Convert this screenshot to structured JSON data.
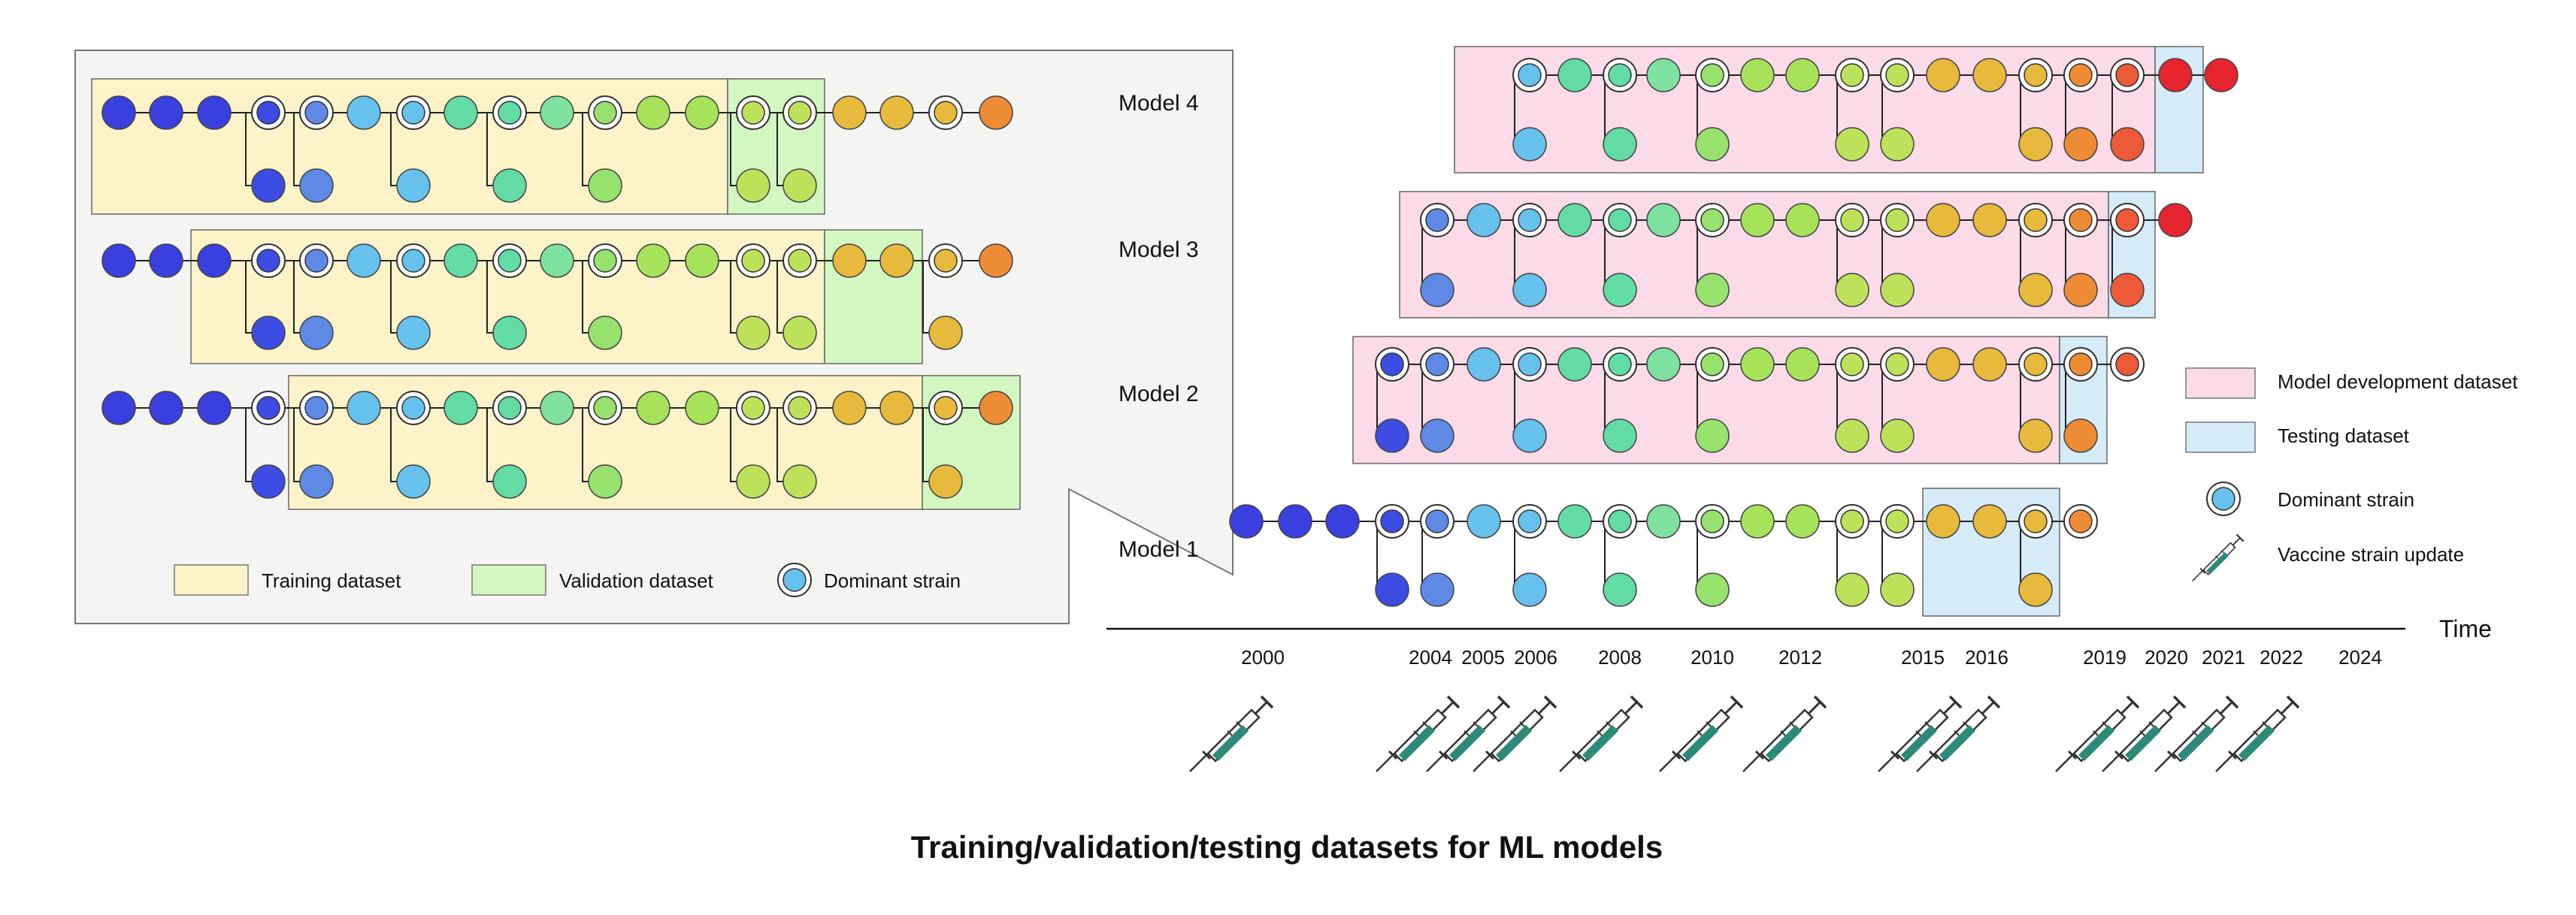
{
  "title": "Training/validation/testing datasets for ML models",
  "axis": {
    "label": "Time",
    "ticks": [
      "2000",
      "2004",
      "2005",
      "2006",
      "2008",
      "2010",
      "2012",
      "2015",
      "2016",
      "2019",
      "2020",
      "2021",
      "2022",
      "2024"
    ]
  },
  "models": [
    {
      "label": "Model 4"
    },
    {
      "label": "Model 3"
    },
    {
      "label": "Model 2"
    },
    {
      "label": "Model 1"
    }
  ],
  "legend_right": {
    "model_development": "Model development dataset",
    "testing": "Testing dataset",
    "dominant": "Dominant strain",
    "vaccine": "Vaccine strain update"
  },
  "legend_inset": {
    "training": "Training dataset",
    "validation": "Validation dataset",
    "dominant": "Dominant strain"
  },
  "colors": {
    "model_development": "#fcdbe9",
    "testing": "#d6ebf8",
    "training": "#fcf3c9",
    "validation": "#d3f7c1",
    "inset_bg": "#f4f5f3",
    "syringe": "#2d8a78",
    "strain_palette": [
      "#3a3fe0",
      "#3d4de3",
      "#5e8ae6",
      "#66c1ec",
      "#62dba5",
      "#7fe1a0",
      "#96e26d",
      "#a6e25a",
      "#bde25a",
      "#e7b93c",
      "#ee8c35",
      "#ec5a37",
      "#e6242e"
    ]
  }
}
